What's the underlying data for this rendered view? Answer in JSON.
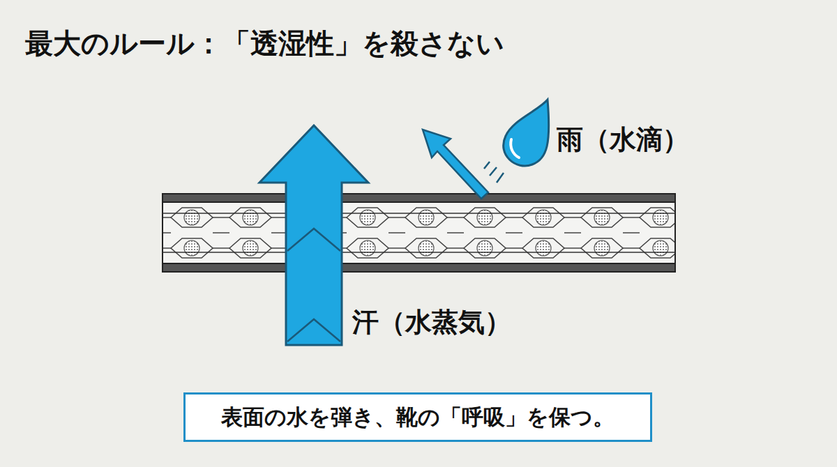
{
  "diagram": {
    "title": "最大のルール：「透湿性」を殺さない",
    "caption": "表面の水を弾き、靴の「呼吸」を保つ。",
    "labels": [
      "雨（水滴）",
      "汗（水蒸気）"
    ]
  }
}
